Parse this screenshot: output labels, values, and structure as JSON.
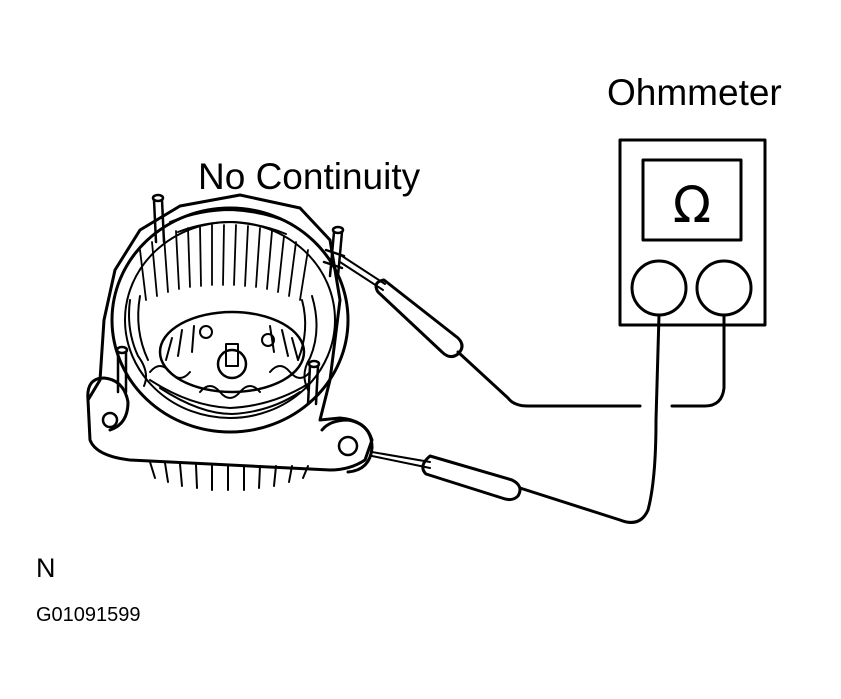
{
  "labels": {
    "meter_title": "Ohmmeter",
    "test_result": "No Continuity",
    "orientation": "N",
    "figure_code": "G01091599"
  },
  "meter": {
    "unit_symbol": "Ω"
  },
  "colors": {
    "ink": "#000000",
    "paper": "#ffffff"
  }
}
